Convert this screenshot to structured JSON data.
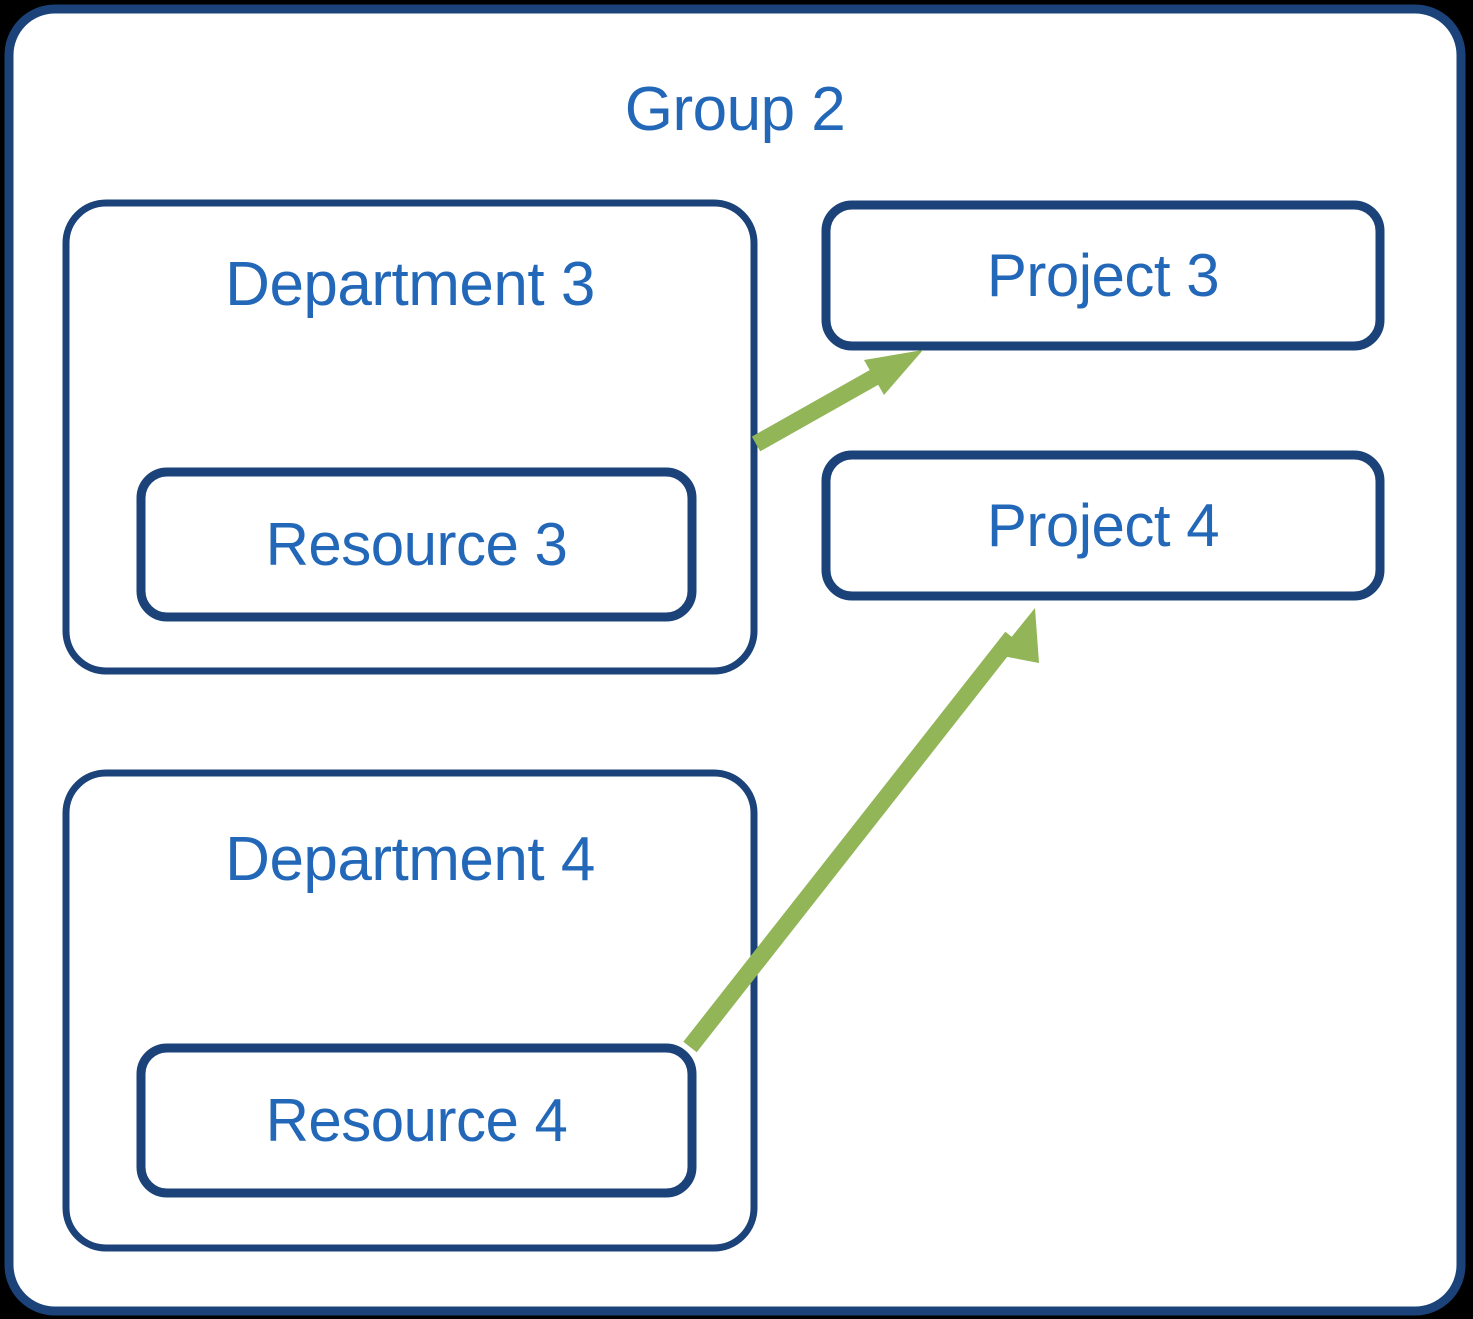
{
  "diagram": {
    "type": "nested-block-diagram",
    "background_color": "#000000",
    "canvas_color": "#FFFFFF",
    "border_color": "#1B4379",
    "text_color": "#2368B8",
    "arrow_color": "#92B558",
    "group": {
      "title": "Group 2"
    },
    "departments": [
      {
        "title": "Department 3",
        "resource": {
          "title": "Resource 3"
        }
      },
      {
        "title": "Department 4",
        "resource": {
          "title": "Resource 4"
        }
      }
    ],
    "projects": [
      {
        "title": "Project 3"
      },
      {
        "title": "Project 4"
      }
    ],
    "connections": [
      {
        "from": "Department 3",
        "to": "Project 3",
        "style": "arrow",
        "color": "#92B558"
      },
      {
        "from": "Resource 4",
        "to": "Project 4",
        "style": "arrow",
        "color": "#92B558"
      }
    ]
  }
}
